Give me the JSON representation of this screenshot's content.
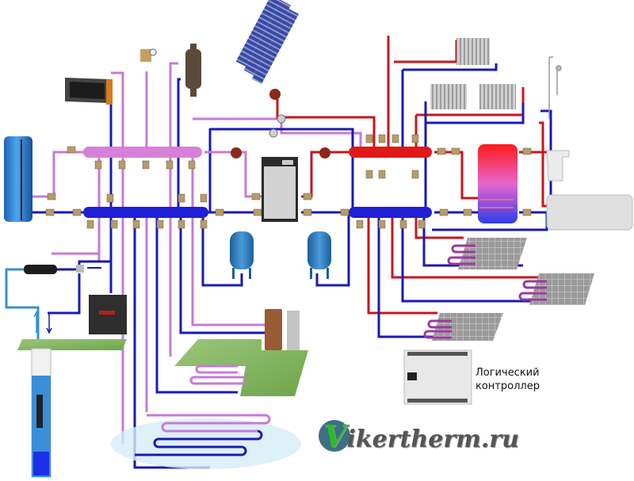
{
  "title": "Heat pump / multi-source heating system scheme",
  "controller": {
    "line1": "Логический",
    "line2": "контроллер"
  },
  "logo": {
    "initial": "V",
    "text": "ikertherm.ru"
  },
  "colors": {
    "cold_pipe": "#1a1ab5",
    "hot_pipe": "#c8161d",
    "glycol_pipe": "#c77ad6",
    "well_pipe": "#3a8fd0",
    "ground": "#8fbf6a",
    "tank_blue": "#2a7fd4",
    "dhw_tank_top": "#ff2020",
    "dhw_tank_bottom": "#3a3ae0"
  },
  "components": [
    {
      "id": "storage-tank",
      "label": "Storage tank"
    },
    {
      "id": "air-handler",
      "label": "Air heater / fan coil"
    },
    {
      "id": "safety-group-left",
      "label": "Safety group"
    },
    {
      "id": "dirt-separator",
      "label": "Filter / separator"
    },
    {
      "id": "solar-collector",
      "label": "Solar collector"
    },
    {
      "id": "heat-pump",
      "label": "Heat pump"
    },
    {
      "id": "expansion-vessel-1",
      "label": "Expansion vessel"
    },
    {
      "id": "expansion-vessel-2",
      "label": "Expansion vessel"
    },
    {
      "id": "cold-manifold-left",
      "label": "Source manifold (cold)"
    },
    {
      "id": "glycol-manifold",
      "label": "Source manifold (glycol)"
    },
    {
      "id": "hot-manifold",
      "label": "Heating manifold (hot)"
    },
    {
      "id": "return-manifold",
      "label": "Heating manifold (return)"
    },
    {
      "id": "radiators",
      "label": "Radiators"
    },
    {
      "id": "dhw-tank",
      "label": "Hot water tank"
    },
    {
      "id": "shower",
      "label": "Shower"
    },
    {
      "id": "sink",
      "label": "Sink"
    },
    {
      "id": "bathtub",
      "label": "Bathtub"
    },
    {
      "id": "floor-heating",
      "label": "Underfloor heating loops"
    },
    {
      "id": "well",
      "label": "Water well"
    },
    {
      "id": "plate-exchanger",
      "label": "Heat exchanger"
    },
    {
      "id": "outdoor-unit",
      "label": "Outdoor air unit"
    },
    {
      "id": "vertical-probe",
      "label": "Vertical ground probe"
    },
    {
      "id": "ground-loop",
      "label": "Horizontal ground loop"
    },
    {
      "id": "water-loop",
      "label": "Pond / water loop"
    },
    {
      "id": "logic-controller",
      "label": "Logic controller"
    }
  ]
}
